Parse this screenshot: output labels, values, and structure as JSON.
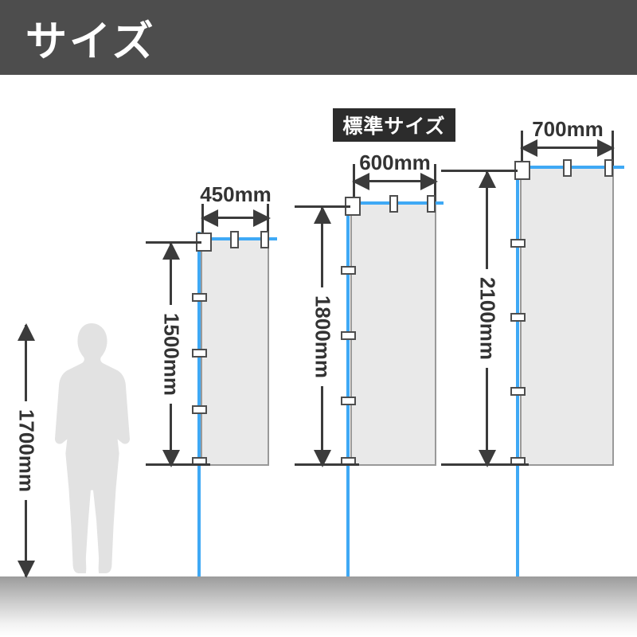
{
  "header": {
    "title": "サイズ"
  },
  "badge": {
    "label": "標準サイズ"
  },
  "person": {
    "height_label": "1700mm"
  },
  "flags": [
    {
      "name": "450mm-flag",
      "width_label": "450mm",
      "height_label": "1500mm"
    },
    {
      "name": "600mm-flag-standard",
      "width_label": "600mm",
      "height_label": "1800mm"
    },
    {
      "name": "700mm-flag",
      "width_label": "700mm",
      "height_label": "2100mm"
    }
  ],
  "colors": {
    "header_bg": "#4d4d4d",
    "badge_bg": "#2c2c2c",
    "pole_blue": "#3fa9f5",
    "flag_fill": "#e9e9e9",
    "dimension": "#3b3b3b",
    "person_fill": "#e2e2e2"
  }
}
